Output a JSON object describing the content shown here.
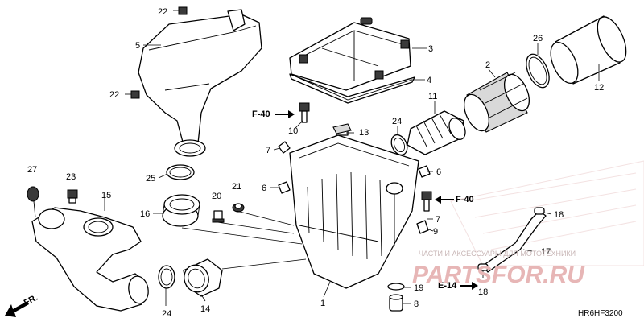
{
  "diagram": {
    "diagram_code": "HR6HF3200",
    "direction_indicator": "FR.",
    "watermark_text": "ЧАСТИ И АКСЕССУАРЫ ДЛЯ МОТОТЕХНИКИ",
    "watermark_logo": "PARTSFOR.RU",
    "reference_labels": [
      "F-40",
      "F-40",
      "E-14"
    ],
    "callouts": [
      "22",
      "5",
      "22",
      "3",
      "4",
      "26",
      "2",
      "12",
      "11",
      "24",
      "10",
      "13",
      "7",
      "6",
      "27",
      "23",
      "25",
      "21",
      "20",
      "6",
      "16",
      "15",
      "7",
      "9",
      "18",
      "17",
      "18",
      "19",
      "8",
      "1",
      "24",
      "14"
    ]
  }
}
